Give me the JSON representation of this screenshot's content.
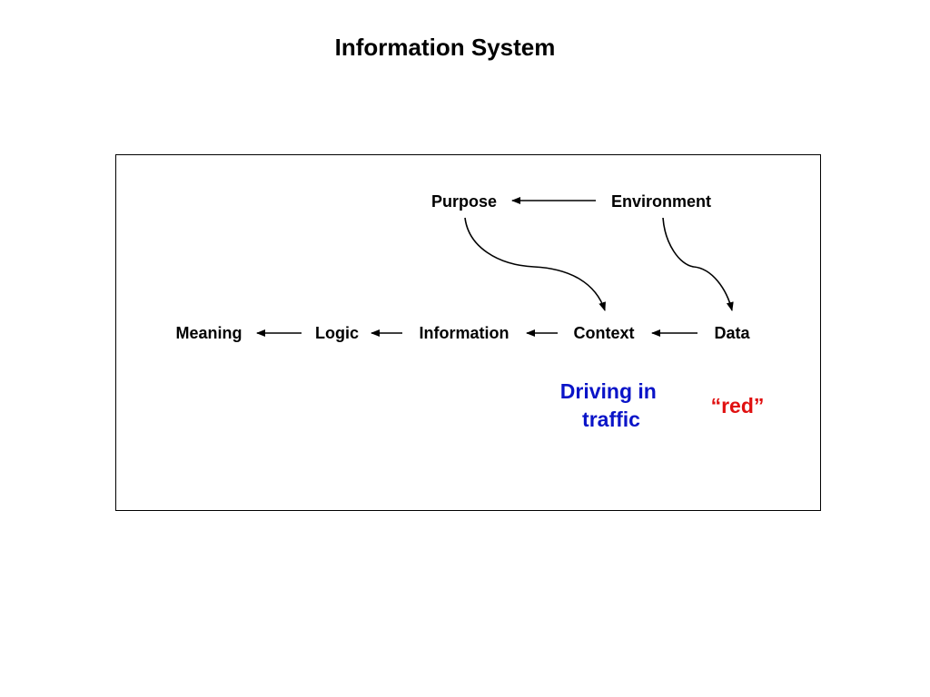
{
  "title": "Information System",
  "nodes": {
    "purpose": "Purpose",
    "environment": "Environment",
    "meaning": "Meaning",
    "logic": "Logic",
    "information": "Information",
    "context": "Context",
    "data": "Data"
  },
  "examples": {
    "context_line1": "Driving in",
    "context_line2": "traffic",
    "data": "“red”"
  },
  "colors": {
    "context_example": "#0a14c8",
    "data_example": "#e01010",
    "text": "#000000"
  }
}
